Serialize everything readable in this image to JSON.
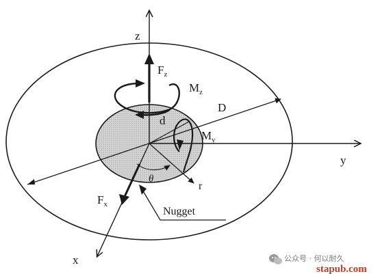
{
  "diagram": {
    "labels": {
      "z_axis": "z",
      "y_axis": "y",
      "x_axis": "x",
      "force_z": "F",
      "force_z_sub": "z",
      "moment_z": "M",
      "moment_z_sub": "z",
      "diameter_outer": "D",
      "diameter_nugget": "d",
      "moment_y": "M",
      "moment_y_sub": "y",
      "radius": "r",
      "angle": "θ",
      "force_x": "F",
      "force_x_sub": "x",
      "nugget": "Nugget"
    },
    "colors": {
      "line": "#1a1a1a",
      "nugget_fill": "#c8c8c8"
    }
  },
  "watermark": {
    "account": "公众号 · 何以耐久",
    "site": "stapub.com",
    "icon": "wechat-icon"
  }
}
